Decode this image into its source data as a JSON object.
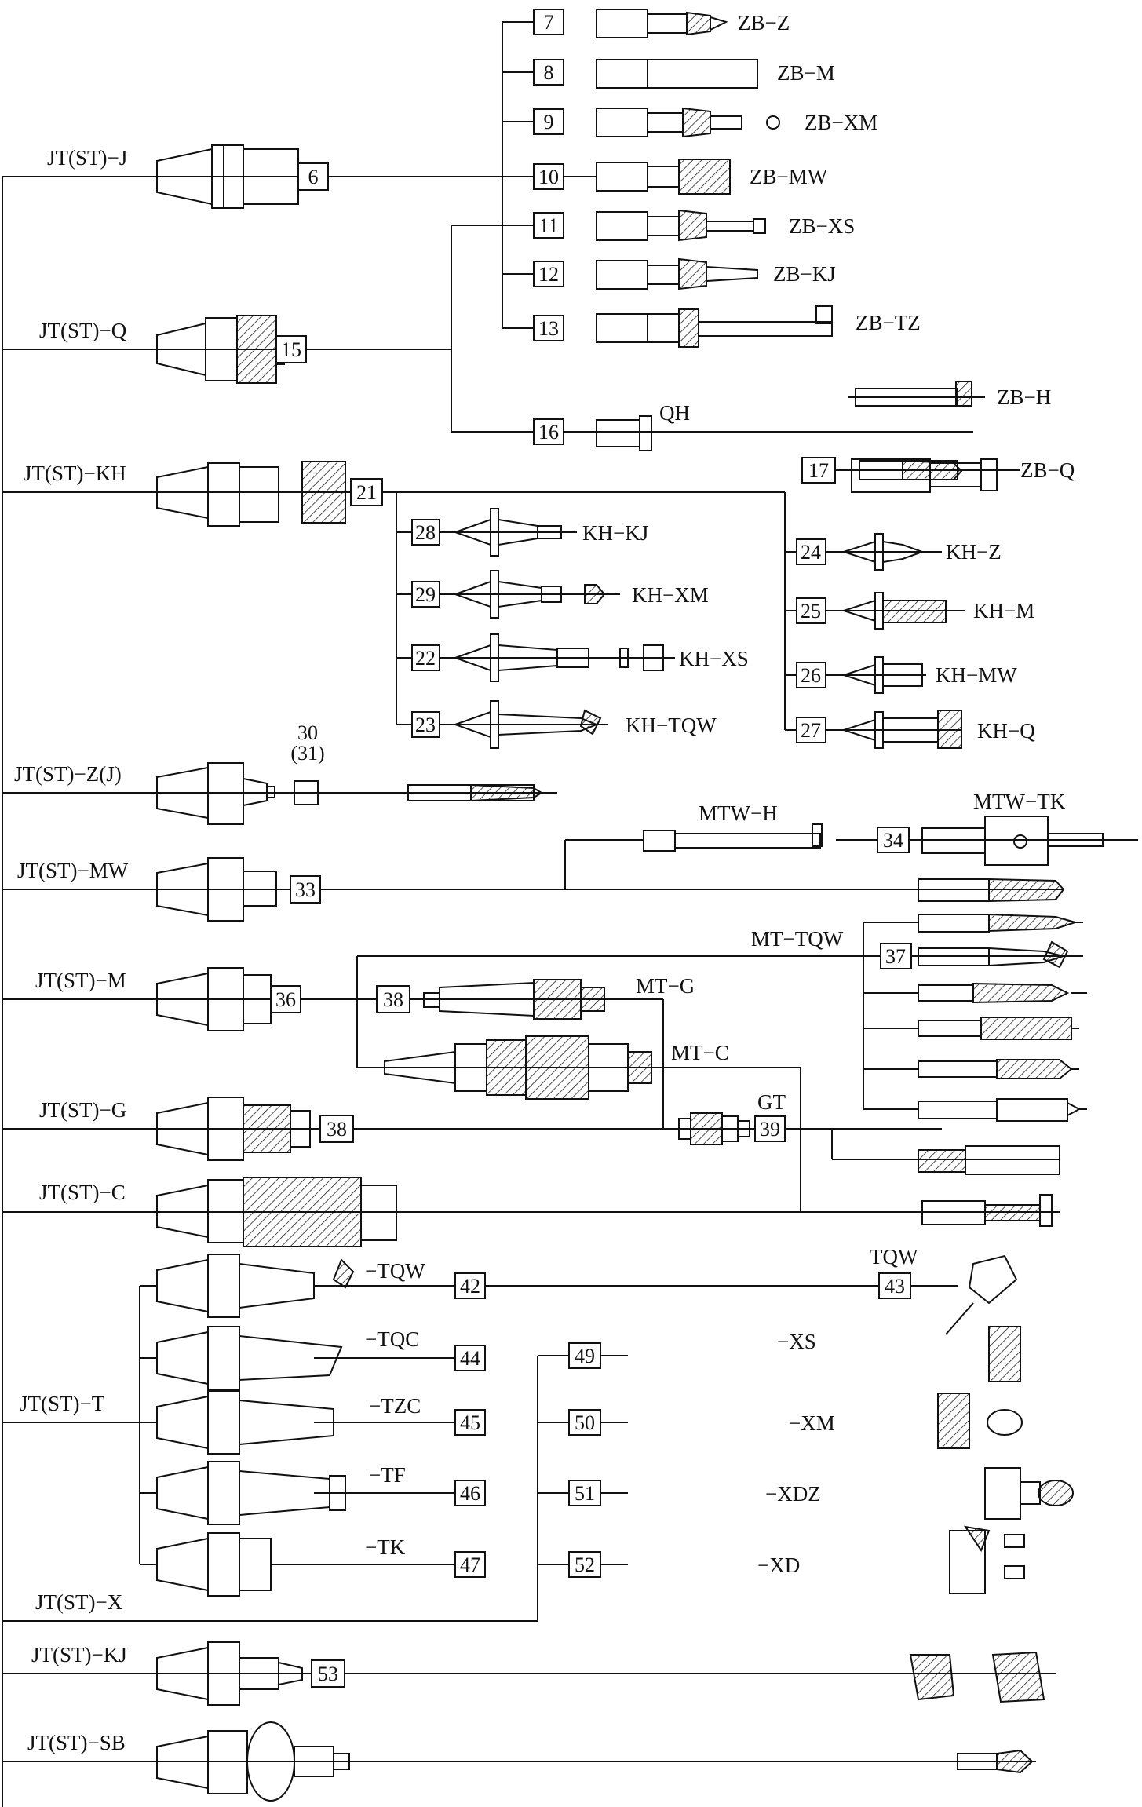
{
  "shank_labels": {
    "j": "JT(ST)−J",
    "q": "JT(ST)−Q",
    "kh": "JT(ST)−KH",
    "zj": "JT(ST)−Z(J)",
    "mw": "JT(ST)−MW",
    "m": "JT(ST)−M",
    "g": "JT(ST)−G",
    "c": "JT(ST)−C",
    "t": "JT(ST)−T",
    "x": "JT(ST)−X",
    "kj": "JT(ST)−KJ",
    "sb": "JT(ST)−SB"
  },
  "tool_labels": {
    "zb_z": "ZB−Z",
    "zb_m": "ZB−M",
    "zb_xm": "ZB−XM",
    "zb_mw": "ZB−MW",
    "zb_xs": "ZB−XS",
    "zb_kj": "ZB−KJ",
    "zb_tz": "ZB−TZ",
    "zb_h": "ZB−H",
    "qh": "QH",
    "zb_q": "ZB−Q",
    "kh_kj": "KH−KJ",
    "kh_xm": "KH−XM",
    "kh_xs": "KH−XS",
    "kh_tqw": "KH−TQW",
    "kh_z": "KH−Z",
    "kh_m": "KH−M",
    "kh_mw": "KH−MW",
    "kh_q": "KH−Q",
    "mtw_h": "MTW−H",
    "mtw_tk": "MTW−TK",
    "mt_tqw": "MT−TQW",
    "mt_g": "MT−G",
    "mt_c": "MT−C",
    "gt": "GT",
    "t_tqw": "−TQW",
    "t_tqc": "−TQC",
    "t_tzc": "−TZC",
    "t_tf": "−TF",
    "t_tk": "−TK",
    "tqw": "TQW",
    "x_xs": "−XS",
    "x_xm": "−XM",
    "x_xdz": "−XDZ",
    "x_xd": "−XD"
  },
  "numbers": {
    "n6": "6",
    "n7": "7",
    "n8": "8",
    "n9": "9",
    "n10": "10",
    "n11": "11",
    "n12": "12",
    "n13": "13",
    "n15": "15",
    "n16": "16",
    "n17": "17",
    "n21": "21",
    "n22": "22",
    "n23": "23",
    "n24": "24",
    "n25": "25",
    "n26": "26",
    "n27": "27",
    "n28": "28",
    "n29": "29",
    "n30": "30",
    "n31": "(31)",
    "n33": "33",
    "n34": "34",
    "n36": "36",
    "n37": "37",
    "n38a": "38",
    "n38b": "38",
    "n39": "39",
    "n42": "42",
    "n43": "43",
    "n44": "44",
    "n45": "45",
    "n46": "46",
    "n47": "47",
    "n49": "49",
    "n50": "50",
    "n51": "51",
    "n52": "52",
    "n53": "53"
  },
  "colors": {
    "ink": "#111111",
    "paper": "#ffffff"
  }
}
